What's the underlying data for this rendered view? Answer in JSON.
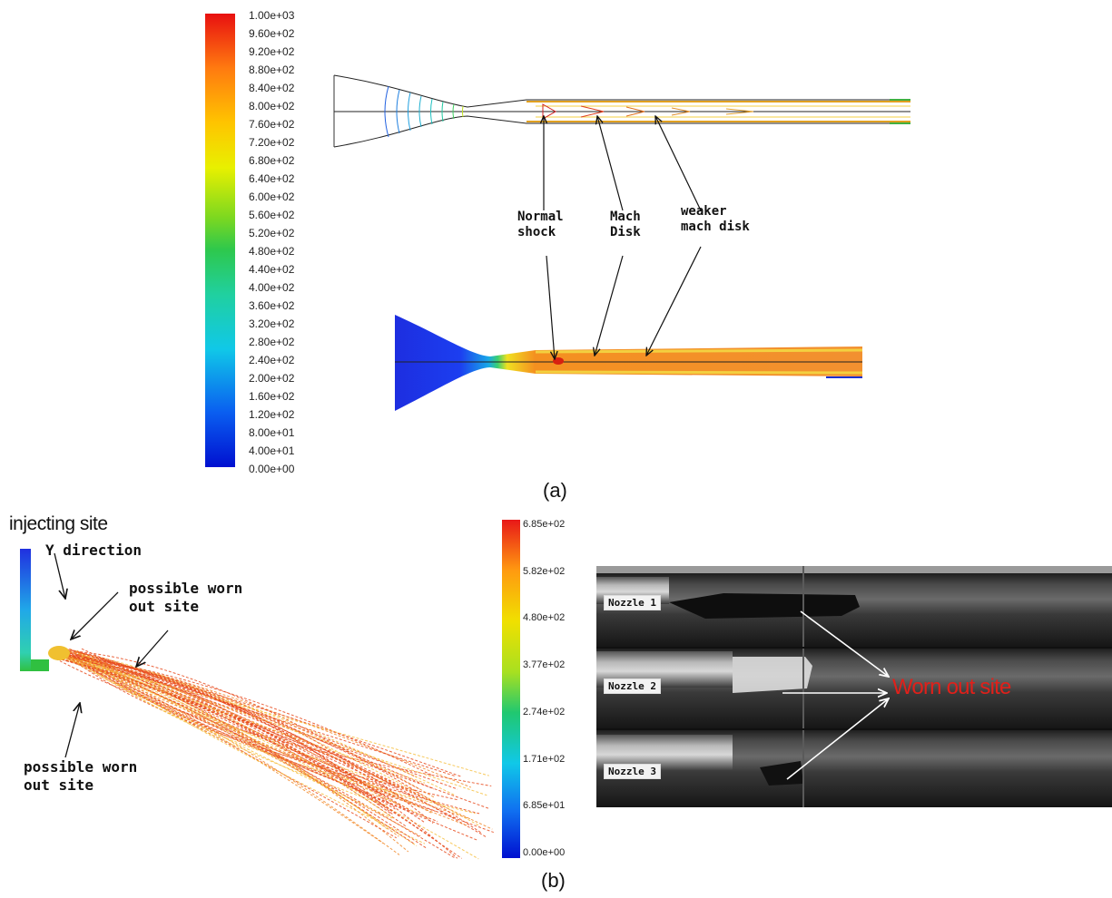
{
  "panel_a": {
    "colorbar_ticks": [
      "1.00e+03",
      "9.60e+02",
      "9.20e+02",
      "8.80e+02",
      "8.40e+02",
      "8.00e+02",
      "7.60e+02",
      "7.20e+02",
      "6.80e+02",
      "6.40e+02",
      "6.00e+02",
      "5.60e+02",
      "5.20e+02",
      "4.80e+02",
      "4.40e+02",
      "4.00e+02",
      "3.60e+02",
      "3.20e+02",
      "2.80e+02",
      "2.40e+02",
      "2.00e+02",
      "1.60e+02",
      "1.20e+02",
      "8.00e+01",
      "4.00e+01",
      "0.00e+00"
    ],
    "labels": {
      "normal_shock": "Normal\nshock",
      "mach_disk": "Mach\nDisk",
      "weaker_mach_disk": "weaker\nmach disk"
    },
    "caption": "(a)"
  },
  "panel_b": {
    "colorbar_ticks": [
      "6.85e+02",
      "5.82e+02",
      "4.80e+02",
      "3.77e+02",
      "2.74e+02",
      "1.71e+02",
      "6.85e+01",
      "0.00e+00"
    ],
    "labels": {
      "injecting_site": "injecting site",
      "y_direction": "Y direction",
      "worn_site_top": "possible worn\nout site",
      "worn_site_bottom": "possible worn\nout site"
    },
    "photo": {
      "nozzle_1": "Nozzle 1",
      "nozzle_2": "Nozzle 2",
      "nozzle_3": "Nozzle 3",
      "worn_out_site": "Worn out site"
    },
    "caption": "(b)"
  },
  "colors": {
    "accent_red": "#e0201a",
    "arrow_white": "#ffffff"
  }
}
